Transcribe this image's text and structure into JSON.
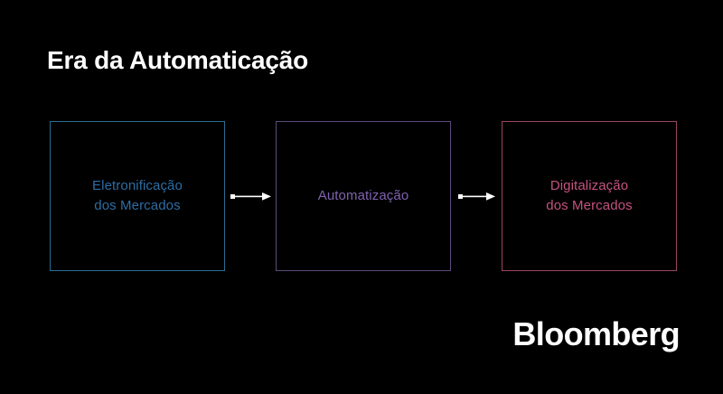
{
  "slide": {
    "title": "Era da Automaticação",
    "background_color": "#000000",
    "brand": "Bloomberg"
  },
  "flow": {
    "stages": [
      {
        "id": "eletronificacao",
        "label": "Eletronificação\ndos Mercados",
        "text_color": "#2e6da4",
        "border_color": "#2d6e92"
      },
      {
        "id": "automatizacao",
        "label": "Automatização",
        "text_color": "#7f62ae",
        "border_color": "#5b4a78"
      },
      {
        "id": "digitalizacao",
        "label": "Digitalização\ndos Mercados",
        "text_color": "#c4527f",
        "border_color": "#9c4566"
      }
    ],
    "connectors": [
      {
        "id": "connector-1",
        "icon": "arrow-right-icon",
        "color": "#ffffff"
      },
      {
        "id": "connector-2",
        "icon": "arrow-right-icon",
        "color": "#ffffff"
      }
    ]
  }
}
